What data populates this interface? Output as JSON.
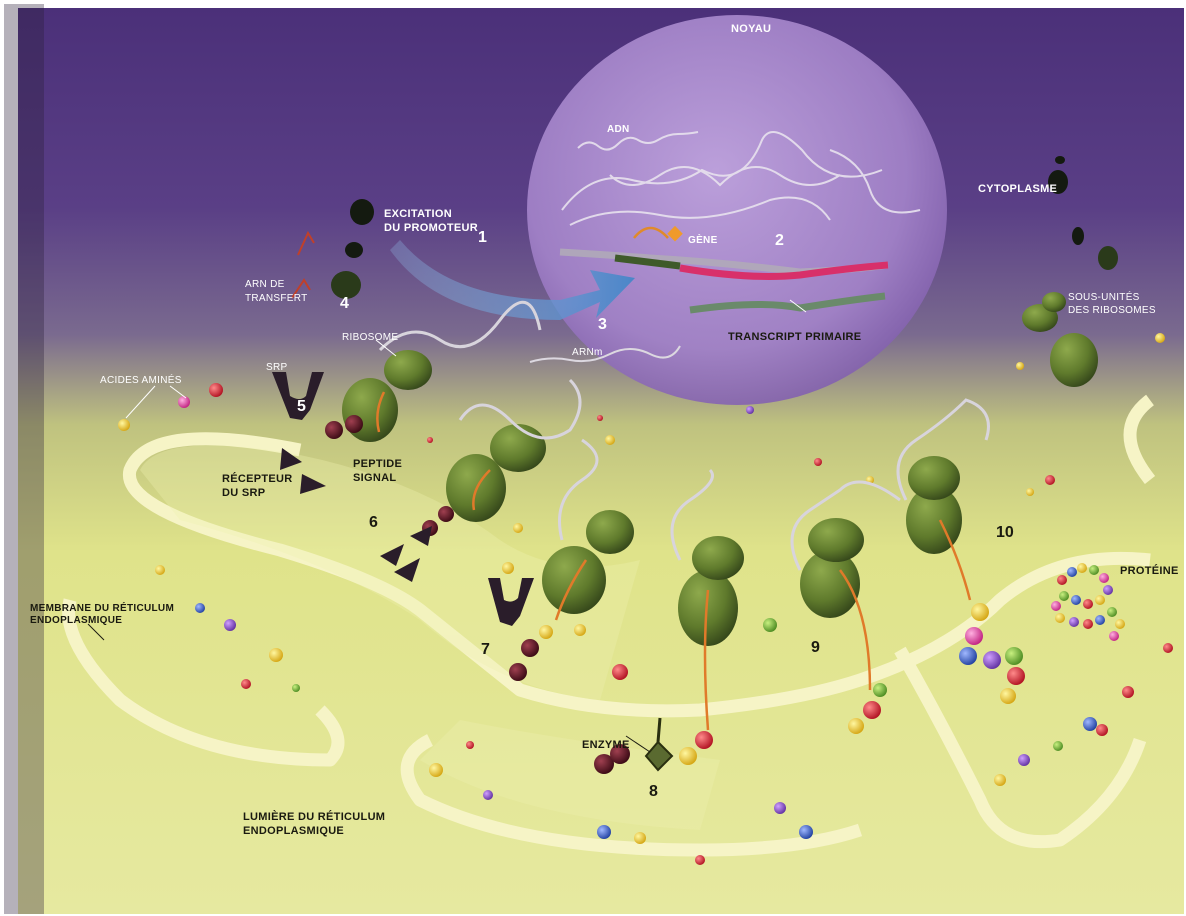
{
  "labels": {
    "noyau": "NOYAU",
    "adn": "ADN",
    "cytoplasme": "CYTOPLASME",
    "excitation_line1": "EXCITATION",
    "excitation_line2": "DU PROMOTEUR",
    "gene": "GÈNE",
    "arn_transfert_line1": "ARN DE",
    "arn_transfert_line2": "TRANSFERT",
    "sous_unites_line1": "SOUS-UNITÉS",
    "sous_unites_line2": "DES RIBOSOMES",
    "transcript_primaire": "TRANSCRIPT PRIMAIRE",
    "ribosome": "RIBOSOME",
    "arnm": "ARNm",
    "srp": "SRP",
    "acides_amines": "ACIDES AMINÉS",
    "peptide_line1": "PEPTIDE",
    "peptide_line2": "SIGNAL",
    "recepteur_line1": "RÉCEPTEUR",
    "recepteur_line2": "DU SRP",
    "membrane_line1": "MEMBRANE DU RÉTICULUM",
    "membrane_line2": "ENDOPLASMIQUE",
    "proteine": "PROTÉINE",
    "enzyme": "ENZYME",
    "lumiere_line1": "LUMIÈRE DU RÉTICULUM",
    "lumiere_line2": "ENDOPLASMIQUE"
  },
  "steps": [
    "1",
    "2",
    "3",
    "4",
    "5",
    "6",
    "7",
    "8",
    "9",
    "10"
  ],
  "colors": {
    "cytoplasm_purple": "#5a3f86",
    "cytoplasm_yellow": "#dfe38a",
    "nucleus": "#a383c9",
    "er_membrane": "#f6f4c6",
    "ribosome": "#5f7a2c",
    "rna_red": "#d8306a",
    "arrow_blue": "#4a86c8",
    "srp_dark": "#2a1d2a"
  }
}
